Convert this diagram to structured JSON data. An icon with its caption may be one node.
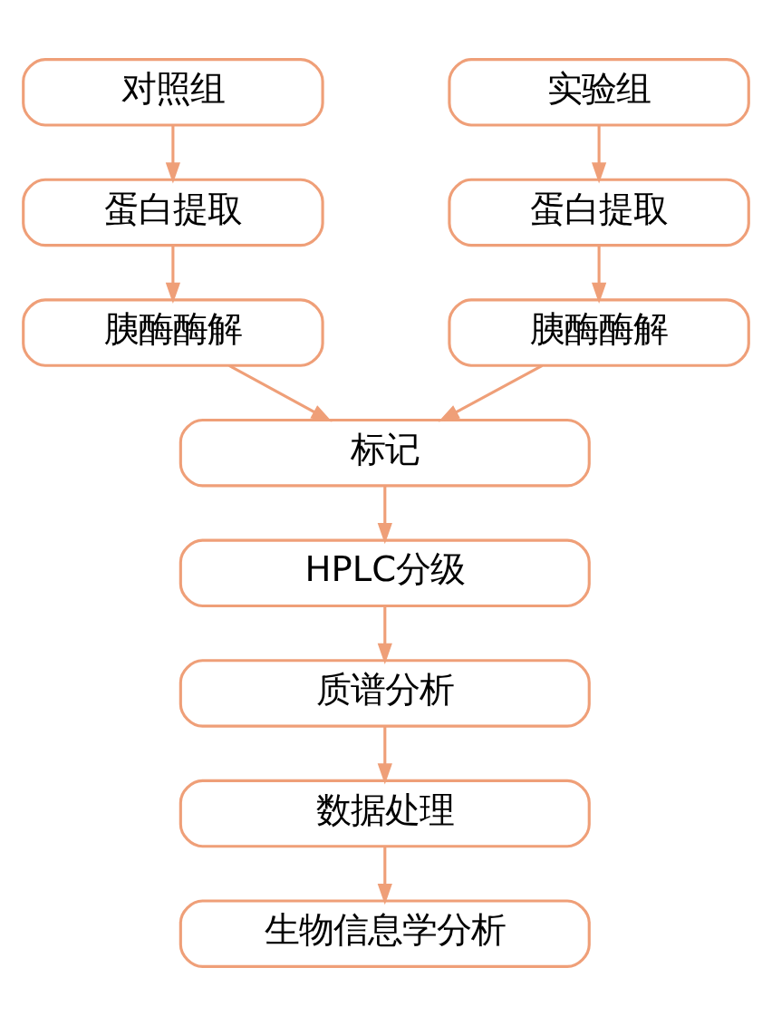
{
  "diagram": {
    "nodes": [
      {
        "text": [
          "对照组"
        ]
      },
      {
        "text": [
          "实验组"
        ]
      },
      {
        "text": [
          "蛋白提取"
        ]
      },
      {
        "text": [
          "蛋白提取"
        ]
      },
      {
        "text": [
          "胰酶酶解"
        ]
      },
      {
        "text": [
          "胰酶酶解"
        ]
      },
      {
        "text": [
          "标记"
        ]
      },
      {
        "text": [
          "HPLC分级"
        ]
      },
      {
        "text": [
          "质谱分析"
        ]
      },
      {
        "text": [
          "数据处理"
        ]
      },
      {
        "text": [
          "生物信息学分析"
        ]
      }
    ],
    "edges": [
      {
        "from": 0,
        "to": 2,
        "arrow": "to"
      },
      {
        "from": 1,
        "to": 3,
        "arrow": "to"
      },
      {
        "from": 2,
        "to": 4,
        "arrow": "to"
      },
      {
        "from": 3,
        "to": 5,
        "arrow": "to"
      },
      {
        "from": 4,
        "to": 6,
        "arrow": "to"
      },
      {
        "from": 5,
        "to": 6,
        "arrow": "to"
      },
      {
        "from": 6,
        "to": 7,
        "arrow": "to"
      },
      {
        "from": 7,
        "to": 8,
        "arrow": "to"
      },
      {
        "from": 8,
        "to": 9,
        "arrow": "to"
      },
      {
        "from": 9,
        "to": 10,
        "arrow": "to"
      }
    ]
  }
}
